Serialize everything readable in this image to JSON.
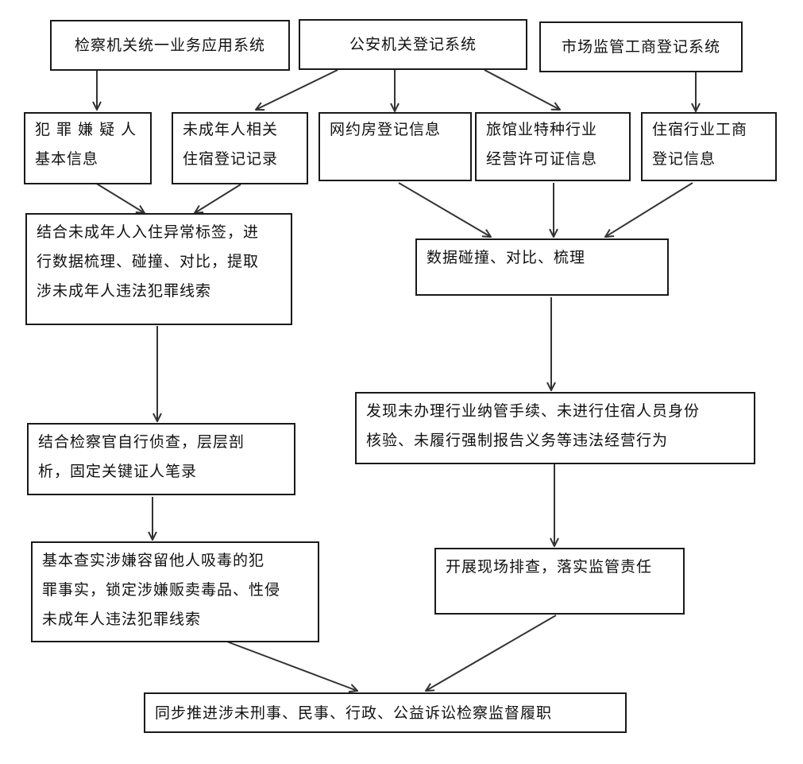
{
  "sources": {
    "procuratorate": "检察机关统一业务应用系统",
    "public_security": "公安机关登记系统",
    "market_regulation": "市场监管工商登记系统"
  },
  "info": {
    "suspect_info": "犯 罪 嫌 疑 人\n基本信息",
    "minor_records": "未成年人相关\n住宿登记记录",
    "online_rental": "网约房登记信息",
    "hotel_license": "旅馆业特种行业\n经营许可证信息",
    "lodging_registration": "住宿行业工商\n登记信息"
  },
  "left_flow": {
    "step1": "结合未成年人入住异常标签，进\n行数据梳理、碰撞、对比，提取\n涉未成年人违法犯罪线索",
    "step2": "结合检察官自行侦查，层层剖\n析，固定关键证人笔录",
    "step3": "基本查实涉嫌容留他人吸毒的犯\n罪事实，锁定涉嫌贩卖毒品、性侵\n未成年人违法犯罪线索"
  },
  "right_flow": {
    "step1": "数据碰撞、对比、梳理",
    "step2": "发现未办理行业纳管手续、未进行住宿人员身份\n核验、未履行强制报告义务等违法经营行为",
    "step3": "开展现场排查，落实监管责任"
  },
  "outcome": "同步推进涉未刑事、民事、行政、公益诉讼检察监督履职"
}
